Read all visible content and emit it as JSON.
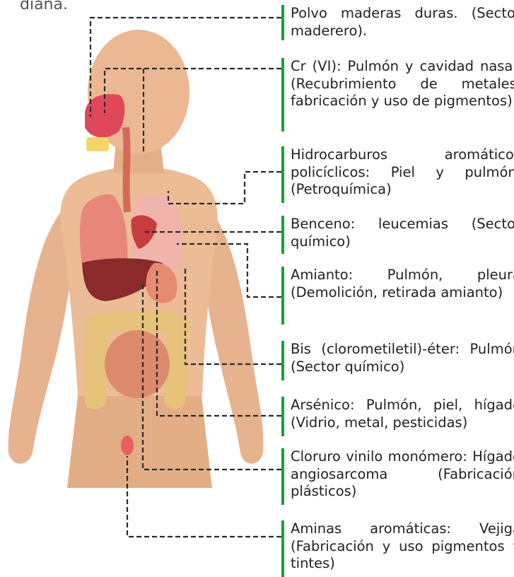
{
  "page": {
    "top_fragment": "diana."
  },
  "figure": {
    "icon": "human-anatomy-illustration"
  },
  "labels": [
    "Polvo maderas duras. (Sector maderero).",
    "Cr (VI): Pulmón y cavidad nasal. (Recubrimiento de metales, fabricación y uso de pigmentos)",
    "Hidrocarburos aromáticos policíclicos: Piel y pulmón. (Petroquímica)",
    "Benceno: leucemias (Sector químico)",
    "Amianto: Pulmón, pleura (Demolición, retirada amianto)",
    "Bis (clorometiletil)-éter: Pulmón (Sector químico)",
    "Arsénico: Pulmón, piel, hígado (Vidrio, metal, pesticidas)",
    "Cloruro vinilo monómero: Hígado angiosarcoma (Fabricación plásticos)",
    "Aminas aromáticas: Vejiga (Fabricación y uso pigmentos y tintes)"
  ],
  "colors": {
    "accent_bar": "#1e9e3a",
    "leader_line": "#2a2a2a",
    "skin": "#e7b690"
  }
}
